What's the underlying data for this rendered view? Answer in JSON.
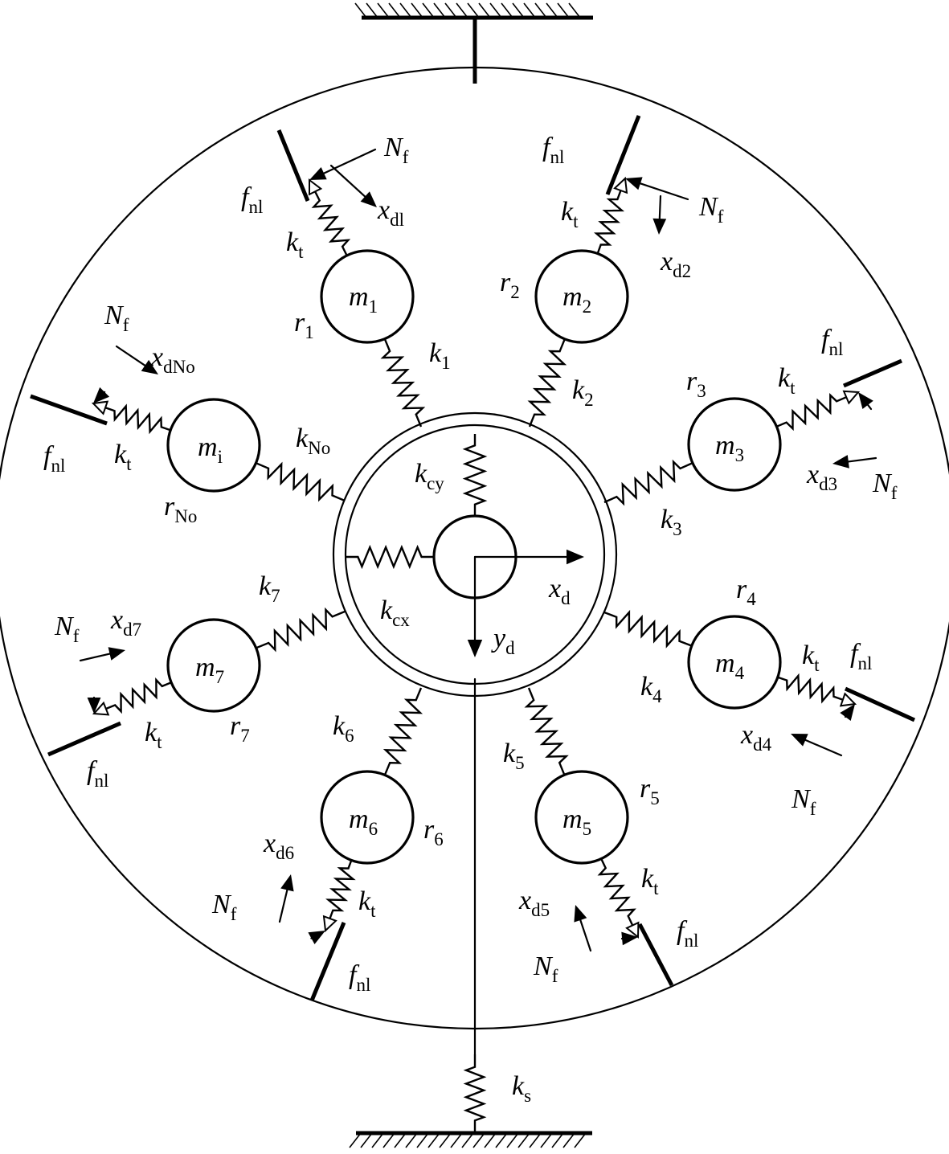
{
  "diagram": {
    "type": "lumped-parameter model of rotor/rub system",
    "masses": [
      {
        "id": "1",
        "mass": "m",
        "mass_sub": "1",
        "radius": "r",
        "radius_sub": "1",
        "stiffness": "k",
        "stiffness_sub": "1",
        "x": "x",
        "x_sub": "dl"
      },
      {
        "id": "2",
        "mass": "m",
        "mass_sub": "2",
        "radius": "r",
        "radius_sub": "2",
        "stiffness": "k",
        "stiffness_sub": "2",
        "x": "x",
        "x_sub": "d2"
      },
      {
        "id": "3",
        "mass": "m",
        "mass_sub": "3",
        "radius": "r",
        "radius_sub": "3",
        "stiffness": "k",
        "stiffness_sub": "3",
        "x": "x",
        "x_sub": "d3"
      },
      {
        "id": "4",
        "mass": "m",
        "mass_sub": "4",
        "radius": "r",
        "radius_sub": "4",
        "stiffness": "k",
        "stiffness_sub": "4",
        "x": "x",
        "x_sub": "d4"
      },
      {
        "id": "5",
        "mass": "m",
        "mass_sub": "5",
        "radius": "r",
        "radius_sub": "5",
        "stiffness": "k",
        "stiffness_sub": "5",
        "x": "x",
        "x_sub": "d5"
      },
      {
        "id": "6",
        "mass": "m",
        "mass_sub": "6",
        "radius": "r",
        "radius_sub": "6",
        "stiffness": "k",
        "stiffness_sub": "6",
        "x": "x",
        "x_sub": "d6"
      },
      {
        "id": "7",
        "mass": "m",
        "mass_sub": "7",
        "radius": "r",
        "radius_sub": "7",
        "stiffness": "k",
        "stiffness_sub": "7",
        "x": "x",
        "x_sub": "d7"
      },
      {
        "id": "i",
        "mass": "m",
        "mass_sub": "i",
        "radius": "r",
        "radius_sub": "No",
        "stiffness": "k",
        "stiffness_sub": "No",
        "x": "x",
        "x_sub": "dNo"
      }
    ],
    "contact": {
      "normal_force": "N",
      "normal_force_sub": "f",
      "friction": "f",
      "friction_sub": "nl",
      "tangential_stiffness": "k",
      "tangential_stiffness_sub": "t"
    },
    "center": {
      "kcx": "k",
      "kcx_sub": "cx",
      "kcy": "k",
      "kcy_sub": "cy",
      "xd": "x",
      "xd_sub": "d",
      "yd": "y",
      "yd_sub": "d"
    },
    "support": {
      "ks": "k",
      "ks_sub": "s"
    }
  }
}
